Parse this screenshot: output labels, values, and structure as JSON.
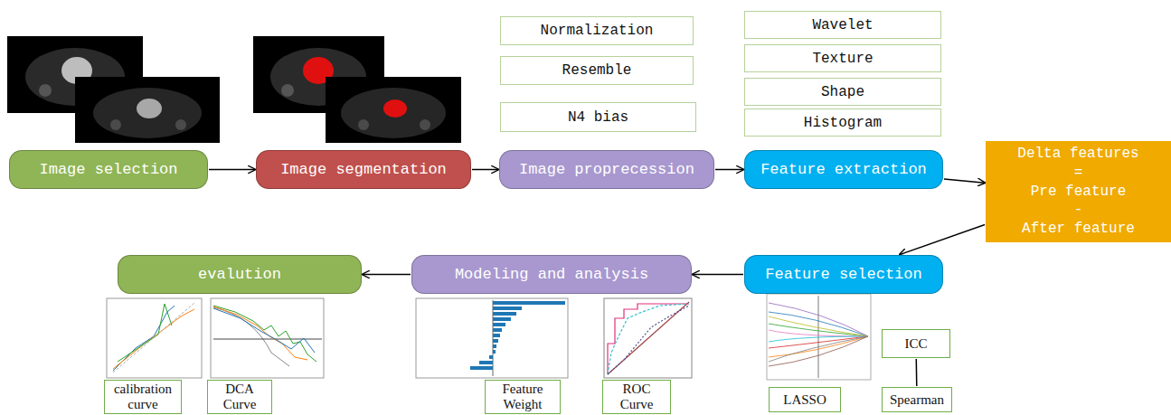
{
  "diagram": {
    "nodes": [
      {
        "text": [
          "Normalization"
        ]
      },
      {
        "text": [
          "Resemble"
        ]
      },
      {
        "text": [
          "N4 bias"
        ]
      },
      {
        "text": [
          "Wavelet"
        ]
      },
      {
        "text": [
          "Texture"
        ]
      },
      {
        "text": [
          "Shape"
        ]
      },
      {
        "text": [
          "Histogram"
        ]
      },
      {
        "text": [
          "Image selection"
        ]
      },
      {
        "text": [
          "Image segmentation"
        ]
      },
      {
        "text": [
          "Image proprecession"
        ]
      },
      {
        "text": [
          "Feature extraction"
        ]
      },
      {
        "text": [
          "Delta features",
          "=",
          "Pre feature",
          "-",
          "After feature"
        ]
      },
      {
        "text": [
          "evalution"
        ]
      },
      {
        "text": [
          "Modeling and analysis"
        ]
      },
      {
        "text": [
          "Feature selection"
        ]
      },
      {
        "text": [
          "ICC"
        ]
      },
      {
        "text": [
          "calibration curve"
        ]
      },
      {
        "text": [
          "DCA Curve"
        ]
      },
      {
        "text": [
          "Feature Weight"
        ]
      },
      {
        "text": [
          "ROC Curve"
        ]
      },
      {
        "text": [
          "LASSO"
        ]
      },
      {
        "text": [
          "Spearman"
        ]
      }
    ],
    "edges": [
      {
        "from": 7,
        "to": 8,
        "arrow": "to"
      },
      {
        "from": 8,
        "to": 9,
        "arrow": "to"
      },
      {
        "from": 9,
        "to": 10,
        "arrow": "to"
      },
      {
        "from": 10,
        "to": 11,
        "arrow": "to"
      },
      {
        "from": 11,
        "to": 14,
        "arrow": "to"
      },
      {
        "from": 14,
        "to": 13,
        "arrow": "to"
      },
      {
        "from": 13,
        "to": 12,
        "arrow": "to"
      },
      {
        "from": 15,
        "to": 21,
        "arrow": "none"
      }
    ]
  }
}
